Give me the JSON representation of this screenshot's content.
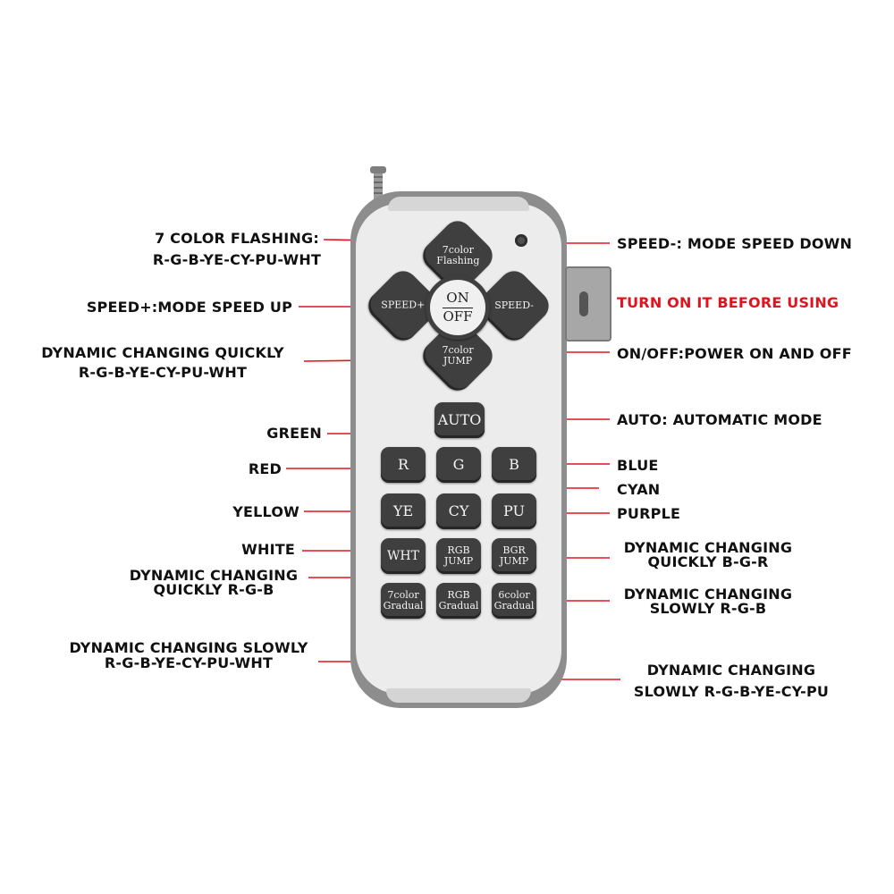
{
  "colors": {
    "button": "#3f3f3f",
    "line": "#e0141e",
    "warning": "#e0141e",
    "text": "#111111"
  },
  "remote": {
    "buttons": {
      "flash_7color": [
        "7color",
        "Flashing"
      ],
      "speed_up": "SPEED+",
      "speed_down": "SPEED-",
      "on": "ON",
      "off": "OFF",
      "jump_7color": [
        "7color",
        "JUMP"
      ],
      "auto": "AUTO",
      "r": "R",
      "g": "G",
      "b": "B",
      "ye": "YE",
      "cy": "CY",
      "pu": "PU",
      "wht": "WHT",
      "rgb_jump": [
        "RGB",
        "JUMP"
      ],
      "bgr_jump": [
        "BGR",
        "JUMP"
      ],
      "gradual_7color": [
        "7color",
        "Gradual"
      ],
      "rgb_gradual": [
        "RGB",
        "Gradual"
      ],
      "gradual_6color": [
        "6color",
        "Gradual"
      ]
    }
  },
  "labels": {
    "flash_7color": [
      "7 COLOR FLASHING:",
      "R-G-B-YE-CY-PU-WHT"
    ],
    "speed_up": "SPEED+:MODE SPEED UP",
    "jump_7color": [
      "DYNAMIC CHANGING QUICKLY",
      "R-G-B-YE-CY-PU-WHT"
    ],
    "speed_down": "SPEED-: MODE SPEED DOWN",
    "turn_on": "TURN ON IT BEFORE USING",
    "onoff": "ON/OFF:POWER ON AND OFF",
    "auto": "AUTO: AUTOMATIC MODE",
    "green": "GREEN",
    "red": "RED",
    "blue": "BLUE",
    "cyan": "CYAN",
    "yellow": "YELLOW",
    "purple": "PURPLE",
    "white": "WHITE",
    "rgb_jump": [
      "DYNAMIC CHANGING",
      "QUICKLY R-G-B"
    ],
    "bgr_jump": [
      "DYNAMIC CHANGING",
      "QUICKLY B-G-R"
    ],
    "rgb_gradual_right": [
      "DYNAMIC CHANGING",
      "SLOWLY R-G-B"
    ],
    "gradual_7color": [
      "DYNAMIC CHANGING SLOWLY",
      "R-G-B-YE-CY-PU-WHT"
    ],
    "gradual_6color": [
      "DYNAMIC CHANGING",
      "SLOWLY R-G-B-YE-CY-PU"
    ]
  }
}
